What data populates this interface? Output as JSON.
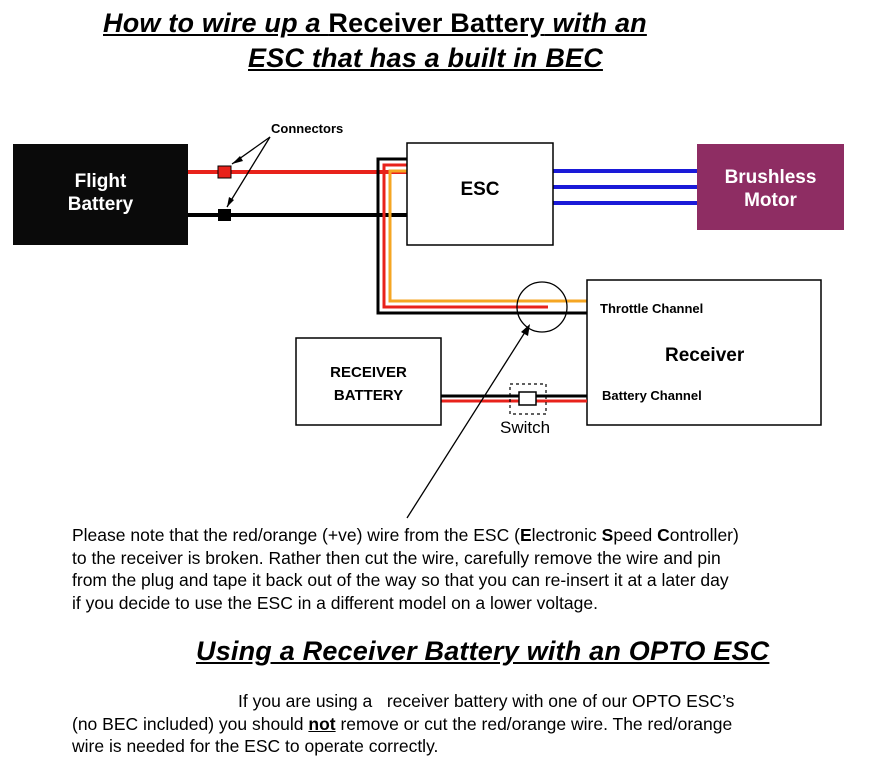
{
  "title": {
    "line1_a": "How to wire up a ",
    "line1_b": "Receiver Battery",
    "line1_c": " with an",
    "line2": "ESC that has a built in BEC"
  },
  "diagram": {
    "connectors_label": "Connectors",
    "flight_battery": [
      "Flight",
      "Battery"
    ],
    "esc": "ESC",
    "motor": [
      "Brushless",
      "Motor"
    ],
    "receiver": "Receiver",
    "throttle_channel": "Throttle Channel",
    "battery_channel": "Battery Channel",
    "receiver_battery": [
      "RECEIVER",
      "BATTERY"
    ],
    "switch": "Switch"
  },
  "note": {
    "p1": "Please note that the red/orange (+ve) wire from the ESC (",
    "e": "E",
    "p2": "lectronic ",
    "s": "S",
    "p3": "peed ",
    "c": "C",
    "p4": "ontroller)",
    "line2": "to the receiver is broken. Rather then cut the wire, carefully remove the wire and pin",
    "line3": "from the plug and tape it back out of the way so that you can re-insert it at a later day",
    "line4": "if you decide to use the ESC in a different model on a lower voltage."
  },
  "section2": {
    "title": "Using a  Receiver Battery with an OPTO ESC",
    "line1": "If you are using a   receiver battery with one of our OPTO ESC’s",
    "line2_a": "(no BEC included) you should ",
    "line2_not": "not",
    "line2_b": " remove or cut the red/orange wire. The red/orange",
    "line3": "wire is needed for the ESC to operate correctly."
  },
  "colors": {
    "red": "#e8221b",
    "orange": "#f5a623",
    "blue": "#1a1ad8",
    "motor": "#8e2d63",
    "battery": "#0a0a0a"
  }
}
